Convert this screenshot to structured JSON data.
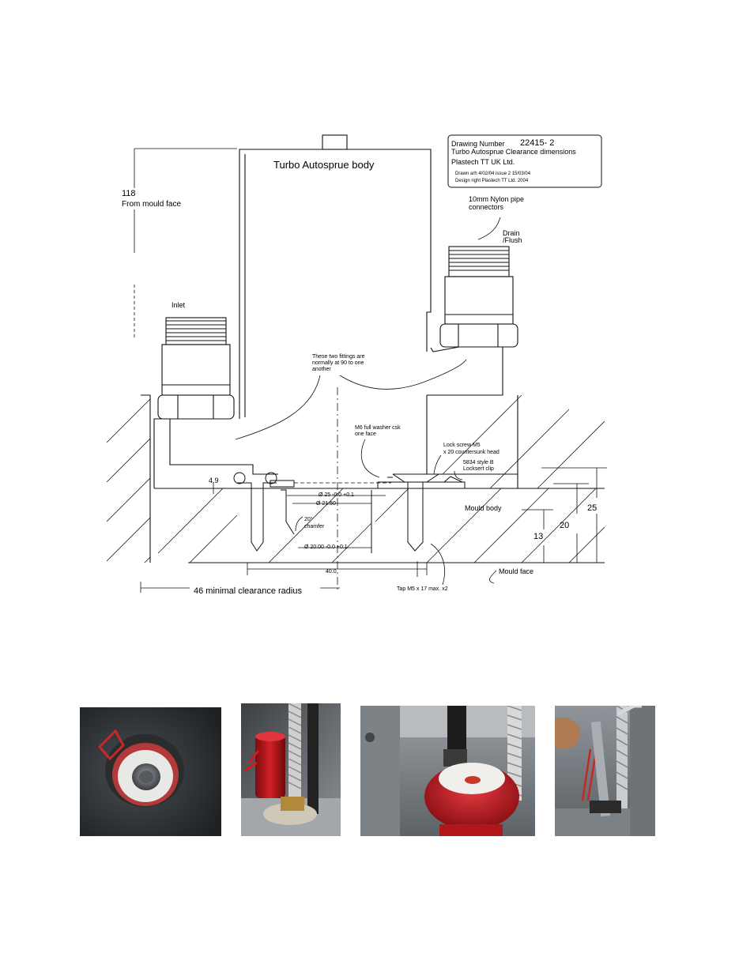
{
  "title_block": {
    "drawing_number_label": "Drawing Number",
    "drawing_number": "22415- 2",
    "line1": "Turbo Autosprue Clearance dimensions",
    "line2": "Plastech TT UK Ltd.",
    "line3": "Drawn arh 4/02/04   issue 2 15/03/04",
    "line4": "Design right Plastech TT Ltd. 2004"
  },
  "labels": {
    "body": "Turbo Autosprue body",
    "dim118": "118",
    "from_mould_face": "From mould face",
    "inlet": "Inlet",
    "nylon1": "10mm Nylon pipe",
    "nylon2": "connectors",
    "drain": "Drain",
    "flush": "/Flush",
    "fittings1": "These two fittings are",
    "fittings2": "normally at 90 to one",
    "fittings3": "another",
    "washer1": "M6 full washer csk",
    "washer2": "one face",
    "lock1": "Lock screw M5",
    "lock2": "x 20 countersunk head",
    "clip1": "5834 style B",
    "clip2": "Locksert clip",
    "dim49": "4.9",
    "dia25": "Ø 25 -0.0 +0.1",
    "dia2150": "Ø 21.50",
    "chamfer1": "20°",
    "chamfer2": "chamfer",
    "dia20": "Ø 20.00 -0.0 +0.1",
    "mould_body": "Mould body",
    "dim25": "25",
    "dim20": "20",
    "dim13": "13",
    "dim40": "40.0",
    "mould_face": "Mould face",
    "tap": "Tap M5 x 17 max. x2",
    "clearance": "46 minimal  clearance radius"
  }
}
